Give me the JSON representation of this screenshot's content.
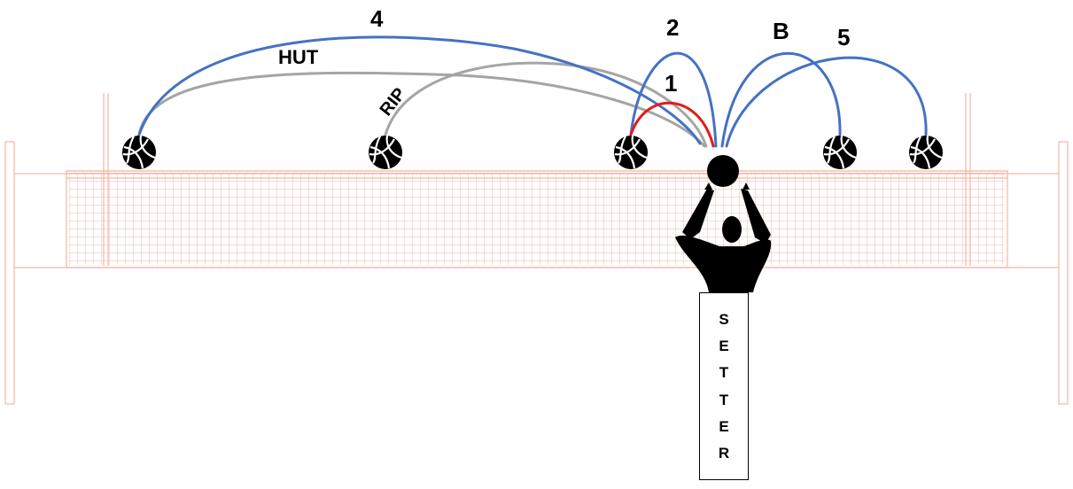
{
  "labels": {
    "set_4": "4",
    "set_hut": "HUT",
    "set_rip": "RIP",
    "set_2": "2",
    "set_1": "1",
    "set_b": "B",
    "set_5": "5"
  },
  "setter_letters": [
    "S",
    "E",
    "T",
    "T",
    "E",
    "R"
  ],
  "colors": {
    "quick_set": "#e41b1b",
    "blue_set": "#4472c4",
    "gray_set": "#a5a5a5",
    "net": "#f4b6a8",
    "silhouette": "#000000"
  }
}
